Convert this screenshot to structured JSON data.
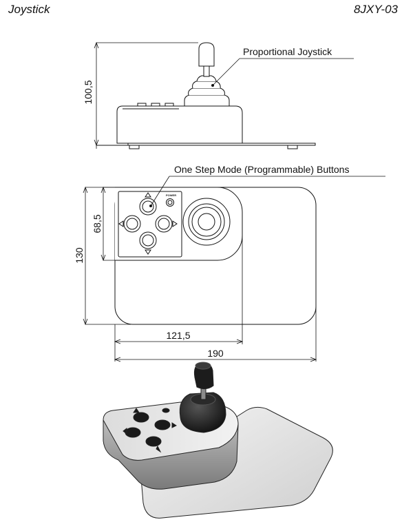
{
  "header": {
    "left_title": "Joystick",
    "right_title": "8JXY-03"
  },
  "callouts": {
    "proportional": "Proportional Joystick",
    "one_step": "One Step Mode (Programmable) Buttons"
  },
  "dimensions": {
    "height_side": "100,5",
    "height_inner": "68,5",
    "height_total": "130",
    "width_inner": "121,5",
    "width_total": "190"
  },
  "panel": {
    "power_label": "POWER"
  },
  "colors": {
    "line": "#111111",
    "shade_dark": "#3a3a3a",
    "shade_mid": "#9a9a9a",
    "shade_light": "#e6e6e6"
  }
}
